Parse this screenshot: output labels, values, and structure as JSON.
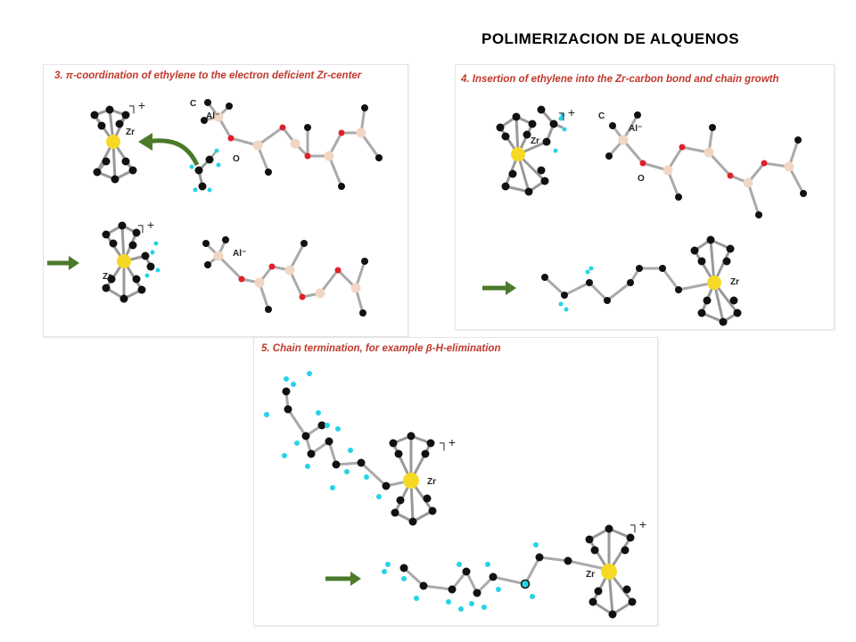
{
  "page": {
    "title": "POLIMERIZACION  DE ALQUENOS"
  },
  "panels": {
    "p3": {
      "title": "3. π-coordination of ethylene to the electron deficient Zr-center"
    },
    "p4": {
      "title": "4. Insertion of ethylene into the Zr-carbon bond and chain growth"
    },
    "p5": {
      "title": "5. Chain termination, for example β-H-elimination"
    }
  },
  "labels": {
    "zr": "Zr",
    "al": "Al⁻",
    "c": "C",
    "o": "O",
    "charge": "┐+"
  },
  "colors": {
    "title_red": "#c0392b",
    "arrow_green": "#4a7a2a",
    "zr_yellow": "#f6d927",
    "carbon": "#111111",
    "hydrogen": "#27d3e6",
    "oxygen": "#e0202a",
    "aluminum": "#f2d6c4"
  }
}
